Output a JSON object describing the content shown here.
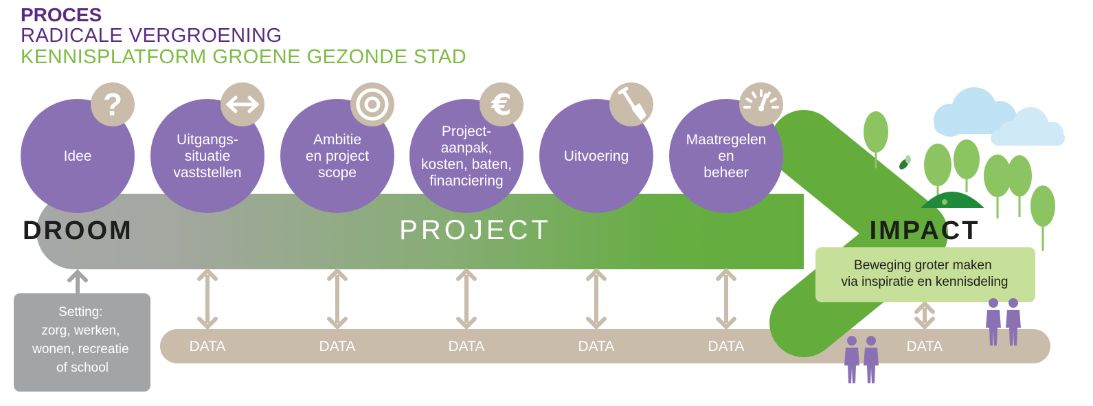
{
  "header": {
    "title": "PROCES",
    "line2": "RADICALE VERGROENING",
    "line3": "KENNISPLATFORM GROENE GEZONDE STAD"
  },
  "labels": {
    "droom": "DROOM",
    "project": "PROJECT",
    "impact": "IMPACT"
  },
  "steps": [
    {
      "lines": [
        "Idee"
      ],
      "icon": "question-icon"
    },
    {
      "lines": [
        "Uitgangs-",
        "situatie",
        "vaststellen"
      ],
      "icon": "arrows-horizontal-icon"
    },
    {
      "lines": [
        "Ambitie",
        "en project",
        "scope"
      ],
      "icon": "target-icon"
    },
    {
      "lines": [
        "Project-",
        "aanpak,",
        "kosten, baten,",
        "financiering"
      ],
      "icon": "euro-icon"
    },
    {
      "lines": [
        "Uitvoering"
      ],
      "icon": "shovel-icon"
    },
    {
      "lines": [
        "Maatregelen",
        "en",
        "beheer"
      ],
      "icon": "gauge-icon"
    }
  ],
  "data_label": "DATA",
  "data_count": 6,
  "setting_box": [
    "Setting:",
    "zorg, werken,",
    "wonen, recreatie",
    "of school"
  ],
  "impact_box": [
    "Beweging groter maken",
    "via inspiratie en kennisdeling"
  ],
  "colors": {
    "purple_dark": "#5b2a7e",
    "purple_circle": "#8a71b4",
    "green": "#64ad3d",
    "light_green": "#c6e09a",
    "beige": "#c9bcab",
    "grey": "#a3a4a6"
  }
}
